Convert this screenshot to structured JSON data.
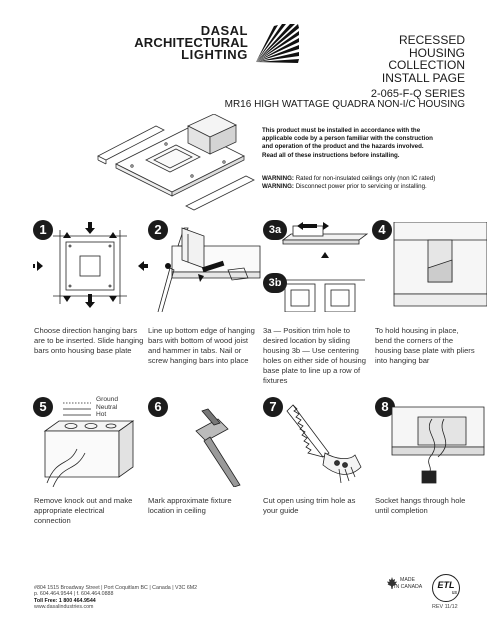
{
  "brand": {
    "line1": "DASAL",
    "line2": "ARCHITECTURAL",
    "line3": "LIGHTING",
    "icon": "sunburst-icon"
  },
  "header": {
    "title_line1": "RECESSED",
    "title_line2": "HOUSING",
    "title_line3": "COLLECTION",
    "title_line4": "INSTALL PAGE",
    "series": "2-065-F-Q SERIES",
    "subtitle": "MR16 HIGH WATTAGE QUADRA NON-I/C HOUSING"
  },
  "notice": {
    "line1": "This product must be installed in accordance with the",
    "line2": "applicable code by a person familiar with the construction",
    "line3": "and operation of the product and the hazards involved.",
    "line4": "Read all of these instructions before installing.",
    "warn1_label": "WARNING:",
    "warn1_text": "Rated for non-insulated ceilings only (non IC rated)",
    "warn2_label": "WARNING:",
    "warn2_text": "Disconnect power prior to servicing or installing."
  },
  "steps": {
    "s1": {
      "badge": "1",
      "text": "Choose direction hanging bars are to be inserted. Slide hanging bars onto housing base plate"
    },
    "s2": {
      "badge": "2",
      "text": "Line up bottom edge of hanging bars with bottom of wood joist and hammer in tabs. Nail or screw hanging bars into place"
    },
    "s3": {
      "badge_a": "3a",
      "badge_b": "3b",
      "text": "3a — Position trim hole to desired location by sliding housing 3b — Use centering holes on either side of housing base plate to line up a row of fixtures"
    },
    "s4": {
      "badge": "4",
      "text": "To hold housing in place, bend the corners of the housing base plate with pliers into hanging bar"
    },
    "s5": {
      "badge": "5",
      "text": "Remove knock out and make appropriate electrical connection",
      "wire1": "Ground",
      "wire2": "Neutral",
      "wire3": "Hot"
    },
    "s6": {
      "badge": "6",
      "text": "Mark approximate fixture location in ceiling"
    },
    "s7": {
      "badge": "7",
      "text": "Cut open using trim hole as your guide"
    },
    "s8": {
      "badge": "8",
      "text": "Socket hangs through hole until completion"
    }
  },
  "footer": {
    "address": "#804 1515 Broadway Street | Port Coquitlam BC | Canada | V3C 6M2",
    "phone": "p. 604.464.9544  |  f. 604.464.0888",
    "tollfree": "Toll Free: 1 800 464.9544",
    "web": "www.dasalindustries.com",
    "made_line1": "MADE",
    "made_line2": "IN CANADA",
    "cert": "ETL",
    "cert_sub": "us",
    "rev": "REV 11/12"
  }
}
